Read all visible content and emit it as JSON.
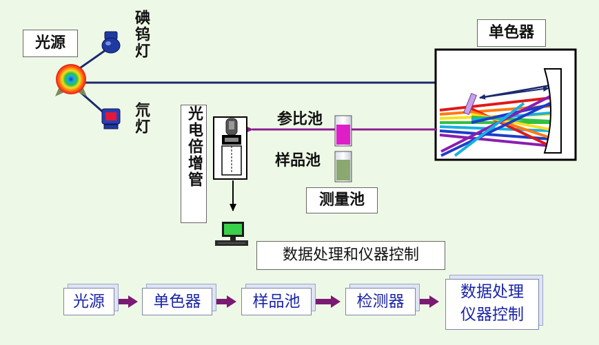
{
  "labels": {
    "light_source": "光源",
    "tungsten_lamp": "碘钨灯",
    "deuterium_lamp": "氘灯",
    "monochromator": "单色器",
    "pmt": "光电倍增管",
    "reference_cell": "参比池",
    "sample_cell": "样品池",
    "measurement_cell": "测量池",
    "data_processing": "数据处理和仪器控制"
  },
  "flow": [
    {
      "label": "光源"
    },
    {
      "label": "单色器"
    },
    {
      "label": "样品池"
    },
    {
      "label": "检测器"
    },
    {
      "line1": "数据处理",
      "line2": "仪器控制"
    }
  ],
  "colors": {
    "background": "#eef8e6",
    "beam": "#1a2a6e",
    "purple_beam": "#8a1e8e",
    "flow_text": "#1a24a8",
    "flow_arrow": "#7a1a72",
    "reference_liquid": "#e01ec8",
    "sample_liquid": "#8aa870"
  },
  "icons": [
    "tungsten-lamp-icon",
    "deuterium-lamp-icon",
    "light-source-icon",
    "grating-icon",
    "concave-mirror-icon",
    "pmt-icon",
    "computer-icon"
  ]
}
